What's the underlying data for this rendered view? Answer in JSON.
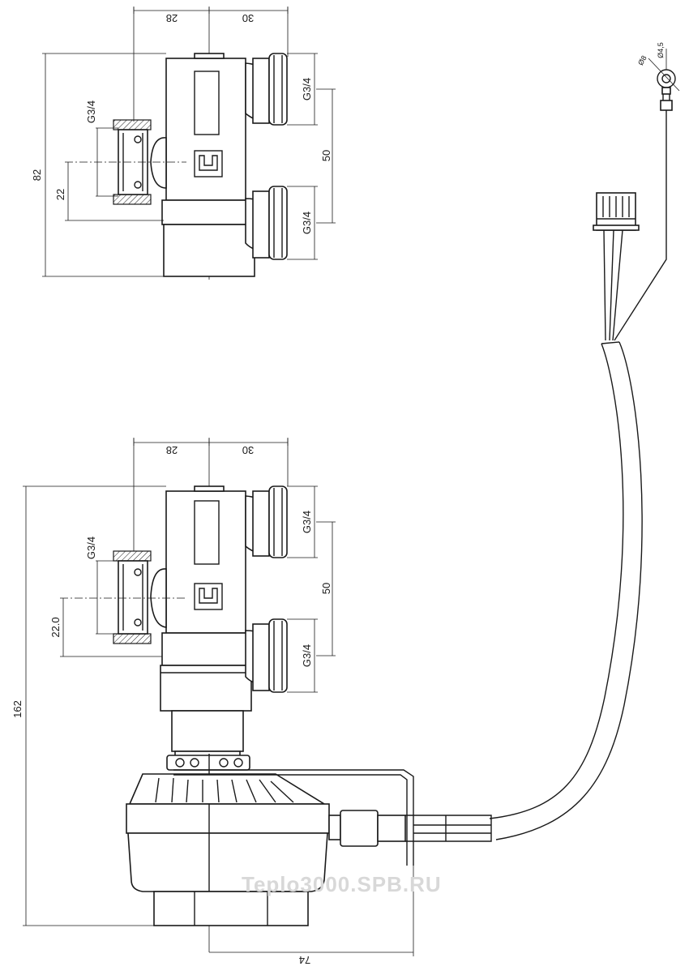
{
  "top_view": {
    "dim_left": "28",
    "dim_right": "30",
    "thread_upper": "G3/4",
    "thread_lower": "G3/4",
    "thread_side": "G3/4",
    "dim_height": "82",
    "dim_pitch": "50",
    "dim_side": "22"
  },
  "assembly_view": {
    "dim_left": "28",
    "dim_right": "30",
    "thread_upper": "G3/4",
    "thread_lower": "G3/4",
    "thread_side": "G3/4",
    "dim_height": "162",
    "dim_pitch": "50",
    "dim_side": "22.0",
    "dim_width": "74"
  },
  "ring_terminal": {
    "dim_outer": "Ø8",
    "dim_hole": "Ø4,5"
  },
  "watermark": "Teplo3000.SPB.RU"
}
